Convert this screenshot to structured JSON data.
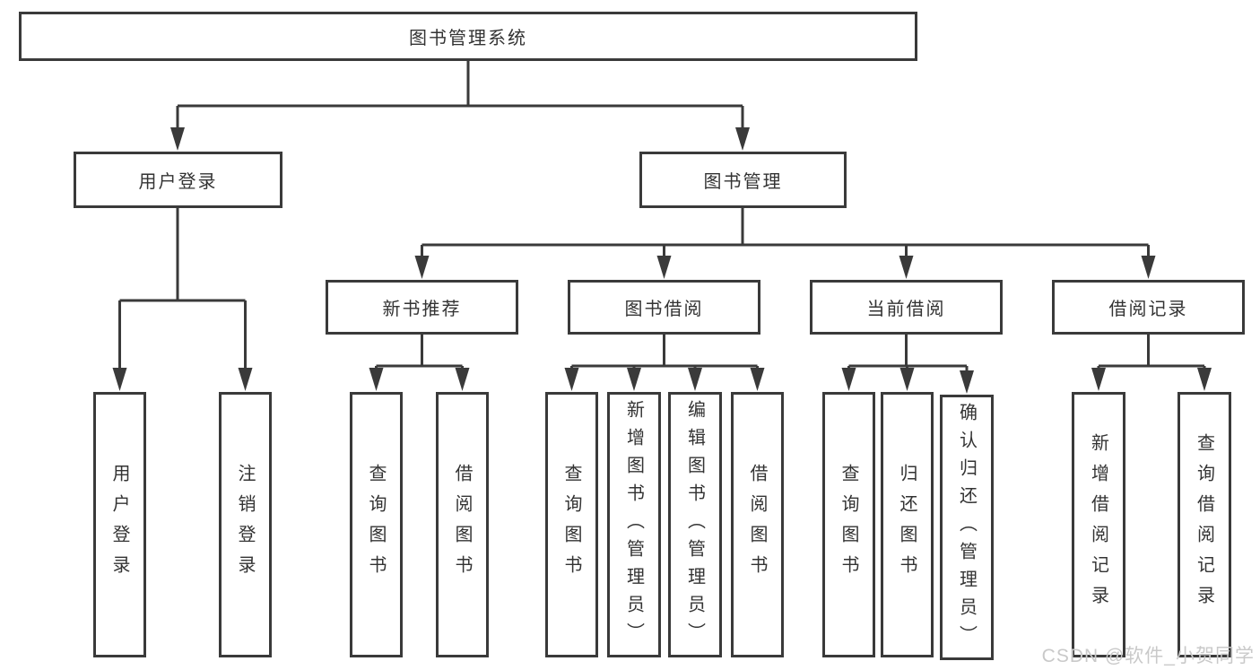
{
  "root": {
    "label": "图书管理系统"
  },
  "branches": [
    {
      "label": "用户登录",
      "children": [
        {
          "label": "用户登录"
        },
        {
          "label": "注销登录"
        }
      ]
    },
    {
      "label": "图书管理",
      "children": [
        {
          "label": "新书推荐",
          "children": [
            {
              "label": "查询图书"
            },
            {
              "label": "借阅图书"
            }
          ]
        },
        {
          "label": "图书借阅",
          "children": [
            {
              "label": "查询图书"
            },
            {
              "label": "新增图书（管理员）"
            },
            {
              "label": "编辑图书（管理员）"
            },
            {
              "label": "借阅图书"
            }
          ]
        },
        {
          "label": "当前借阅",
          "children": [
            {
              "label": "查询图书"
            },
            {
              "label": "归还图书"
            },
            {
              "label": "确认归还（管理员）"
            }
          ]
        },
        {
          "label": "借阅记录",
          "children": [
            {
              "label": "新增借阅记录"
            },
            {
              "label": "查询借阅记录"
            }
          ]
        }
      ]
    }
  ],
  "watermark": {
    "text": "CSDN @软件_小贺同学"
  },
  "colors": {
    "line": "#3a3a3a",
    "text": "#333333",
    "box_background": "#ffffff",
    "watermark": "#c9c9c9"
  }
}
